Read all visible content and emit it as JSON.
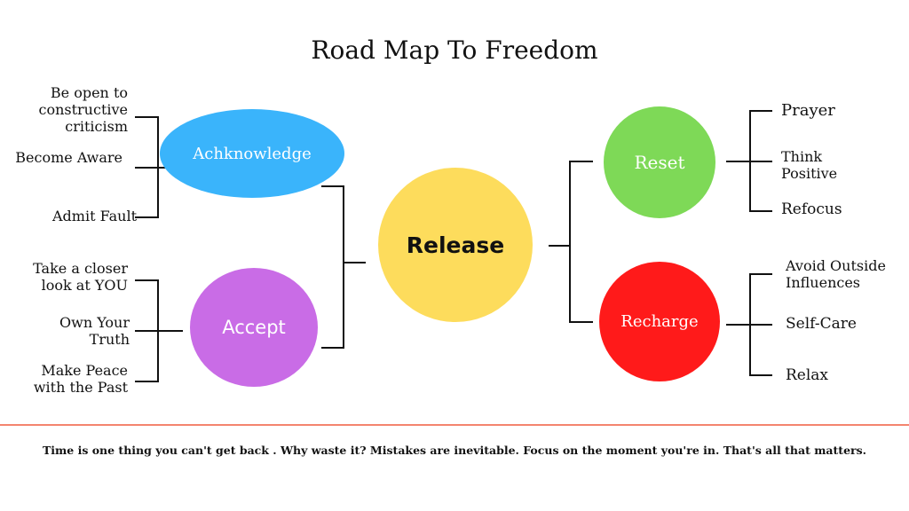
{
  "title": "Road Map To Freedom",
  "center": {
    "label": "Release",
    "color": "#fddc5c"
  },
  "branches": {
    "acknowledge": {
      "label": "Achknowledge",
      "color": "#3ab4fb",
      "items": [
        "Be open to constructive criticism",
        "Become Aware",
        "Admit Fault"
      ]
    },
    "accept": {
      "label": "Accept",
      "color": "#c96ce6",
      "items": [
        "Take a closer look at YOU",
        "Own Your Truth",
        "Make Peace with the Past"
      ]
    },
    "reset": {
      "label": "Reset",
      "color": "#7ed957",
      "items": [
        "Prayer",
        "Think Positive",
        "Refocus"
      ]
    },
    "recharge": {
      "label": "Recharge",
      "color": "#ff1a1a",
      "items": [
        "Avoid Outside Influences",
        "Self-Care",
        "Relax"
      ]
    }
  },
  "divider_color": "#f4846f",
  "footer": "Time is one thing you can't get back . Why waste it? Mistakes are inevitable. Focus on the moment you're in. That's all that matters."
}
